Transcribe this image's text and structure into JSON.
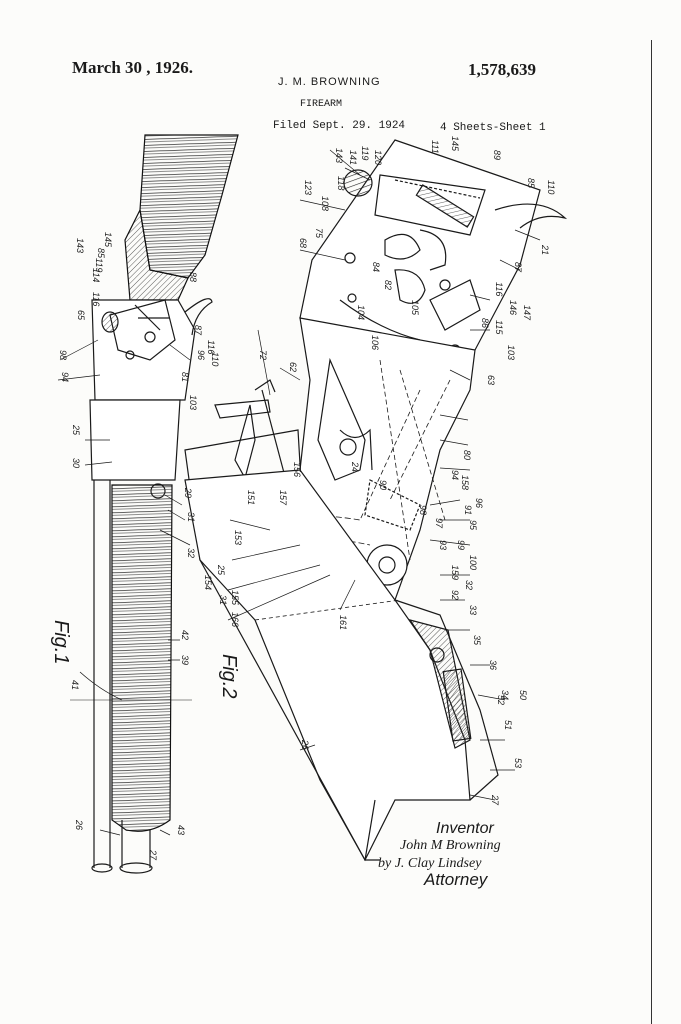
{
  "header": {
    "date": "March 30 , 1926.",
    "inventor": "J. M. BROWNING",
    "title": "FIREARM",
    "filed": "Filed Sept. 29. 1924",
    "sheets": "4 Sheets-Sheet 1",
    "patent_number": "1,578,639"
  },
  "figures": {
    "fig1": "Fig.1",
    "fig2": "Fig.2"
  },
  "signature": {
    "label": "Inventor",
    "name": "John M Browning",
    "by": "by J. Clay Lindsey",
    "role": "Attorney"
  },
  "ref_numerals_fig1": [
    "116",
    "114",
    "145",
    "143",
    "119",
    "65",
    "98",
    "94",
    "85",
    "96",
    "116",
    "87",
    "110",
    "81",
    "88",
    "103",
    "25",
    "30",
    "29",
    "31",
    "32",
    "42",
    "41",
    "39",
    "26",
    "27",
    "43"
  ],
  "ref_numerals_fig2": [
    "120",
    "119",
    "141",
    "143",
    "145",
    "111",
    "89",
    "85",
    "110",
    "21",
    "87",
    "123",
    "108",
    "118",
    "68",
    "75",
    "116",
    "146",
    "147",
    "115",
    "106",
    "104",
    "105",
    "84",
    "86",
    "103",
    "63",
    "62",
    "72",
    "82",
    "80",
    "24",
    "25",
    "31",
    "151",
    "153",
    "154",
    "155",
    "156",
    "157",
    "158",
    "90",
    "91",
    "92",
    "93",
    "94",
    "95",
    "96",
    "97",
    "98",
    "99",
    "100",
    "166",
    "161",
    "159",
    "32",
    "33",
    "35",
    "36",
    "34",
    "50",
    "51",
    "52",
    "53",
    "27",
    "26"
  ]
}
